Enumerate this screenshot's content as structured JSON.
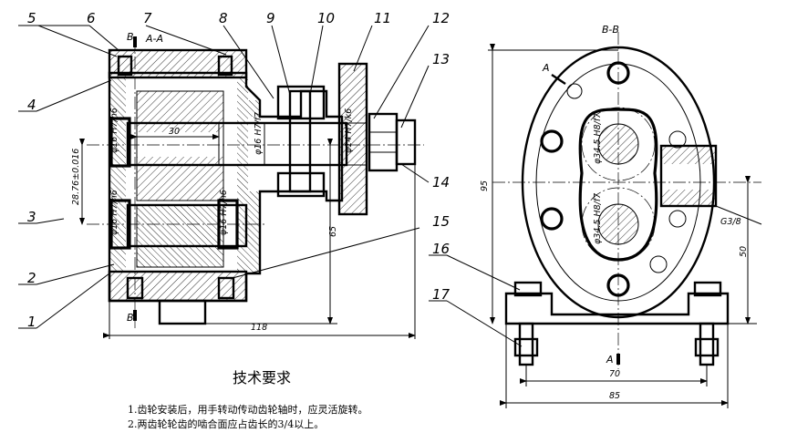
{
  "parts": [
    "5",
    "6",
    "7",
    "8",
    "9",
    "10",
    "11",
    "12",
    "13",
    "14",
    "15",
    "16",
    "17",
    "4",
    "3",
    "2",
    "1"
  ],
  "views": {
    "left_title": "A-A",
    "right_title": "B-B",
    "cut_a": "A",
    "cut_b": "B"
  },
  "dims": {
    "d30": "30",
    "d118": "118",
    "d65": "65",
    "d28_76": "28.76±0.016",
    "phi16": "φ16 H7/h6",
    "phi16_shaft": "φ16 H7/f7",
    "phi14": "φ14 H7/k6",
    "d95": "95",
    "d50": "50",
    "d70": "70",
    "d85": "85",
    "g38": "G3/8",
    "phi34_5": "φ34.5 H8/f7"
  },
  "notes": {
    "title": "技术要求",
    "lines": [
      "1.齿轮安装后，用手转动传动齿轮轴时，应灵活旋转。",
      "2.两齿轮轮齿的啮合面应占齿长的3/4以上。"
    ]
  }
}
